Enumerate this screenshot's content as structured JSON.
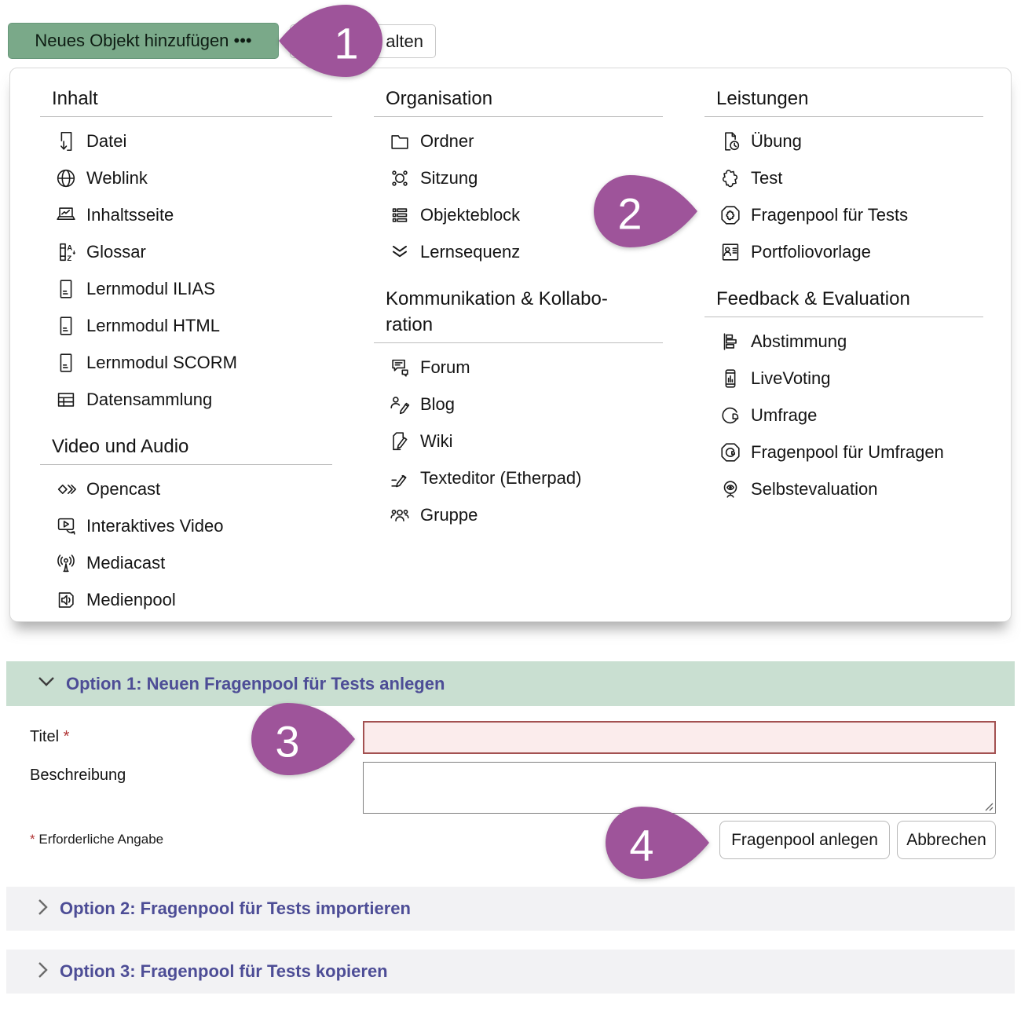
{
  "toolbar": {
    "add_object_button": "Neues Objekt hinzufügen •••",
    "secondary_button_visible_text": "alten"
  },
  "menu": {
    "columns": [
      {
        "sections": [
          {
            "title": "Inhalt",
            "items": [
              {
                "label": "Datei",
                "icon": "file-download-icon"
              },
              {
                "label": "Weblink",
                "icon": "globe-icon"
              },
              {
                "label": "Inhaltsseite",
                "icon": "content-page-icon"
              },
              {
                "label": "Glossar",
                "icon": "glossary-icon"
              },
              {
                "label": "Lernmodul ILIAS",
                "icon": "learning-module-icon"
              },
              {
                "label": "Lernmodul HTML",
                "icon": "learning-module-icon"
              },
              {
                "label": "Lernmodul SCORM",
                "icon": "learning-module-icon"
              },
              {
                "label": "Datensammlung",
                "icon": "table-icon"
              }
            ]
          },
          {
            "title": "Video und Audio",
            "items": [
              {
                "label": "Opencast",
                "icon": "opencast-icon"
              },
              {
                "label": "Interaktives Video",
                "icon": "interactive-video-icon"
              },
              {
                "label": "Mediacast",
                "icon": "broadcast-icon"
              },
              {
                "label": "Medienpool",
                "icon": "media-pool-icon"
              }
            ]
          }
        ]
      },
      {
        "sections": [
          {
            "title": "Organisation",
            "items": [
              {
                "label": "Ordner",
                "icon": "folder-icon"
              },
              {
                "label": "Sitzung",
                "icon": "session-icon"
              },
              {
                "label": "Objekteblock",
                "icon": "item-block-icon"
              },
              {
                "label": "Lernsequenz",
                "icon": "learning-sequence-icon"
              }
            ]
          },
          {
            "title": "Kommunikation & Kollabo-\nration",
            "items": [
              {
                "label": "Forum",
                "icon": "forum-icon"
              },
              {
                "label": "Blog",
                "icon": "blog-icon"
              },
              {
                "label": "Wiki",
                "icon": "wiki-icon"
              },
              {
                "label": "Texteditor (Etherpad)",
                "icon": "text-editor-icon"
              },
              {
                "label": "Gruppe",
                "icon": "group-icon"
              }
            ]
          }
        ]
      },
      {
        "sections": [
          {
            "title": "Leistungen",
            "items": [
              {
                "label": "Übung",
                "icon": "exercise-icon"
              },
              {
                "label": "Test",
                "icon": "puzzle-icon"
              },
              {
                "label": "Fragenpool für Tests",
                "icon": "question-pool-test-icon"
              },
              {
                "label": "Portfoliovorlage",
                "icon": "portfolio-icon"
              }
            ]
          },
          {
            "title": "Feedback & Evaluation",
            "items": [
              {
                "label": "Abstimmung",
                "icon": "poll-bars-icon"
              },
              {
                "label": "LiveVoting",
                "icon": "live-voting-icon"
              },
              {
                "label": "Umfrage",
                "icon": "survey-pie-icon"
              },
              {
                "label": "Fragenpool für Umfragen",
                "icon": "question-pool-survey-icon"
              },
              {
                "label": "Selbstevaluation",
                "icon": "self-evaluation-icon"
              }
            ]
          }
        ]
      }
    ]
  },
  "form": {
    "option1_header": "Option 1: Neuen Fragenpool für Tests anlegen",
    "title_label": "Titel",
    "required_asterisk": "*",
    "title_value": "",
    "description_label": "Beschreibung",
    "description_value": "",
    "required_note": "Erforderliche Angabe",
    "submit_button": "Fragenpool anlegen",
    "cancel_button": "Abbrechen"
  },
  "collapsed_sections": [
    {
      "label": "Option 2: Fragenpool für Tests importieren"
    },
    {
      "label": "Option 3: Fragenpool für Tests kopieren"
    }
  ],
  "annotations": [
    {
      "number": "1",
      "direction": "left"
    },
    {
      "number": "2",
      "direction": "right"
    },
    {
      "number": "3",
      "direction": "right"
    },
    {
      "number": "4",
      "direction": "right"
    }
  ],
  "colors": {
    "primary_button_green": "#7aa989",
    "option1_header_bg": "#c9dfd1",
    "option_header_text": "#4d4d96",
    "collapsed_bar_bg": "#f2f2f4",
    "annotation_purple": "#9e549a",
    "required_red": "#b03434",
    "error_field_bg": "#fbecec",
    "error_field_border": "#a35151"
  }
}
